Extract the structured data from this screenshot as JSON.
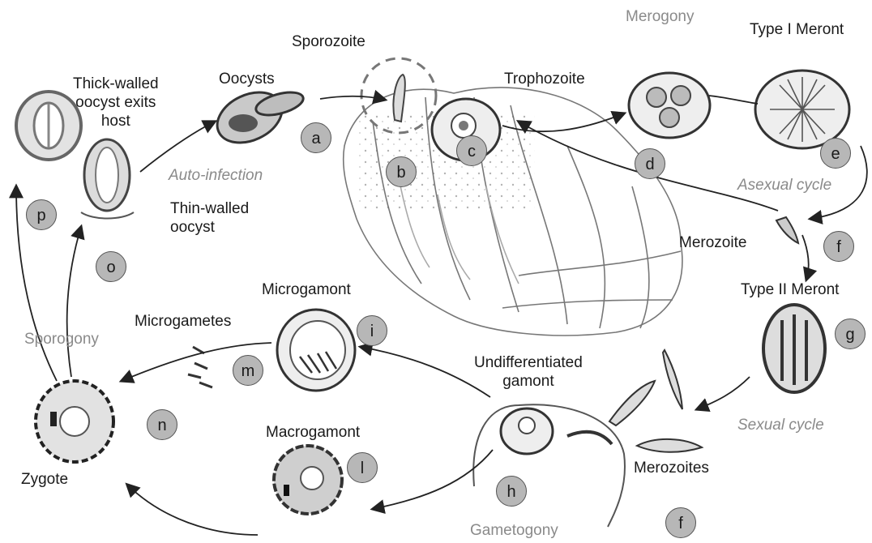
{
  "labels": {
    "sporozoite": "Sporozoite",
    "oocysts": "Oocysts",
    "thick_walled": "Thick-walled\noocyst exits\nhost",
    "thin_walled": "Thin-walled\noocyst",
    "trophozoite": "Trophozoite",
    "type1_meront": "Type I Meront",
    "merozoite": "Merozoite",
    "type2_meront": "Type II Meront",
    "microgamont": "Microgamont",
    "microgametes": "Microgametes",
    "undiff_gamont": "Undifferentiated\ngamont",
    "macrogamont": "Macrogamont",
    "zygote": "Zygote",
    "merozoites": "Merozoites"
  },
  "phases": {
    "merogony": "Merogony",
    "auto_infection": "Auto-infection",
    "asexual_cycle": "Asexual cycle",
    "sporogony": "Sporogony",
    "sexual_cycle": "Sexual cycle",
    "gametogony": "Gametogony"
  },
  "badges": {
    "a": "a",
    "b": "b",
    "c": "c",
    "d": "d",
    "e": "e",
    "f1": "f",
    "g": "g",
    "h": "h",
    "i": "i",
    "l": "l",
    "m": "m",
    "n": "n",
    "o": "o",
    "p": "p",
    "f2": "f"
  },
  "colors": {
    "badge_fill": "#b7b7b7",
    "phase_text": "#8a8a8a",
    "ink": "#222222"
  }
}
